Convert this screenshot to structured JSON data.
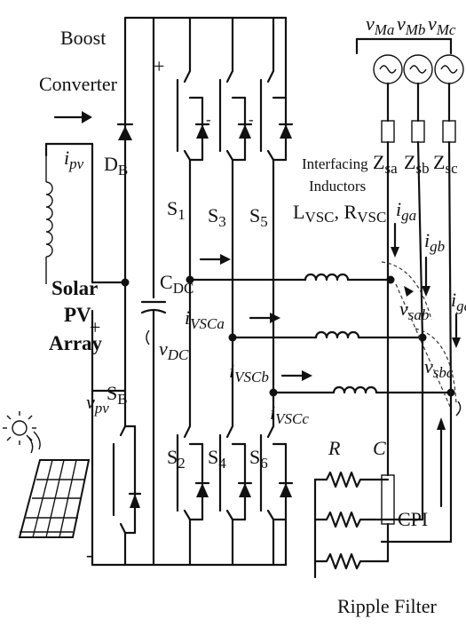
{
  "labels": {
    "boost": "Boost",
    "converter": "Converter",
    "ipv": "i",
    "ipv_sub": "pv",
    "db": "D",
    "db_sub": "B",
    "solar": "Solar",
    "pv": "PV",
    "array": "Array",
    "plus": "+",
    "minus": "-",
    "vpv": "v",
    "vpv_sub": "pv",
    "sb": "S",
    "sb_sub": "B",
    "cdc": "C",
    "cdc_sub": "DC",
    "vdc": "v",
    "vdc_sub": "DC",
    "s1": "S",
    "s1_sub": "1",
    "s2": "S",
    "s2_sub": "2",
    "s3": "S",
    "s3_sub": "3",
    "s4": "S",
    "s4_sub": "4",
    "s5": "S",
    "s5_sub": "5",
    "s6": "S",
    "s6_sub": "6",
    "interfacing": "Interfacing",
    "inductors": "Inductors",
    "lvsc": "L",
    "lvsc_sub": "VSC",
    "rvsc": ", R",
    "rvsc_sub": "VSC",
    "ivsca": "i",
    "ivsca_sub": "VSCa",
    "ivscb": "i",
    "ivscb_sub": "VSCb",
    "ivscc": "i",
    "ivscc_sub": "VSCc",
    "vma": "v",
    "vma_sub": "Ma",
    "vmb": "v",
    "vmb_sub": "Mb",
    "vmc": "v",
    "vmc_sub": "Mc",
    "zsa": "Z",
    "zsa_sub": "sa",
    "zsb": "Z",
    "zsb_sub": "sb",
    "zsc": "Z",
    "zsc_sub": "sc",
    "iga": "i",
    "iga_sub": "ga",
    "igb": "i",
    "igb_sub": "gb",
    "igc": "i",
    "igc_sub": "gc",
    "vsab": "v",
    "vsab_sub": "sab",
    "vsbc": "v",
    "vsbc_sub": "sbc",
    "r": "R",
    "c": "C",
    "cpi": "CPI",
    "ripple_filter": "Ripple Filter"
  },
  "colors": {
    "line": "#111111",
    "background": "#ffffff"
  }
}
